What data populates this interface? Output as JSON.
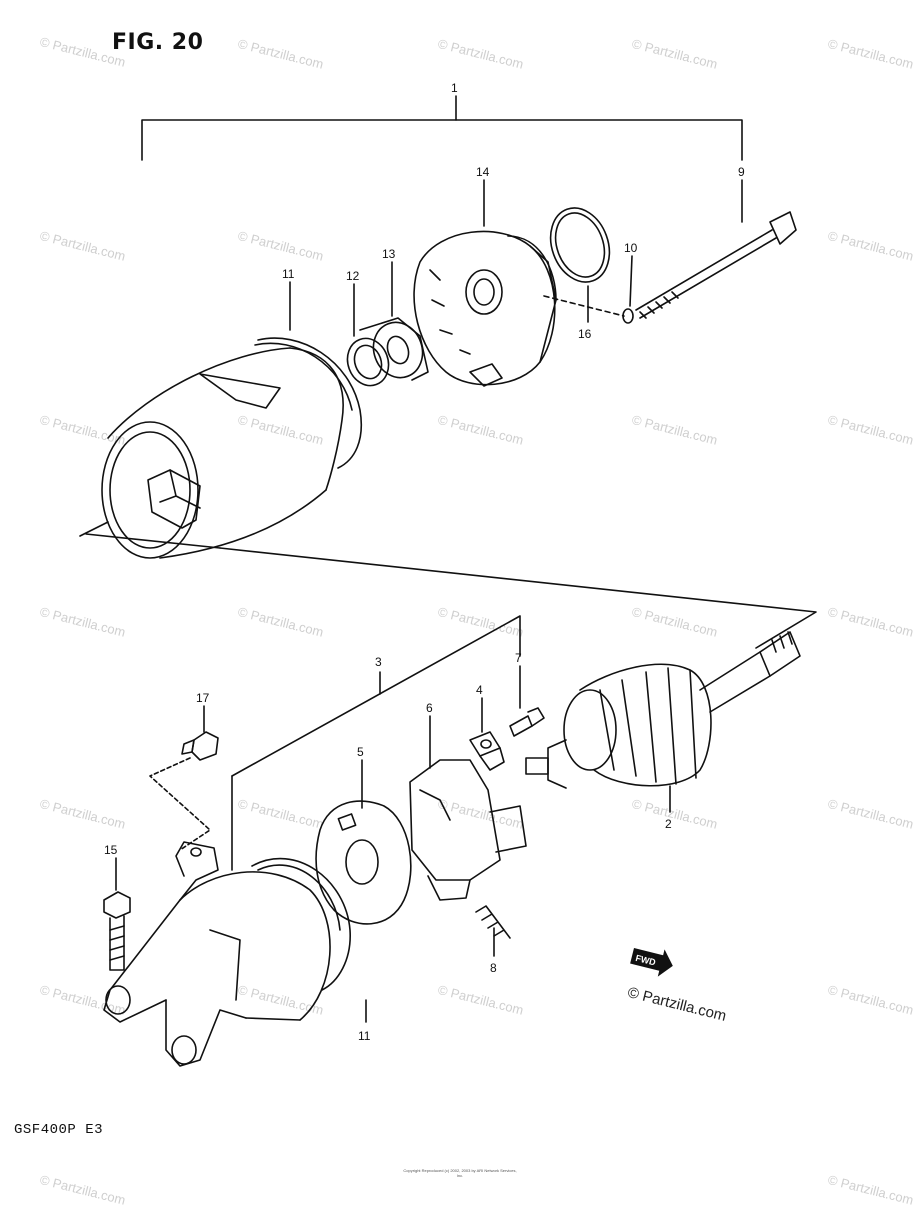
{
  "figure": {
    "title": "FIG. 20",
    "model": "GSF400P  E3",
    "copyright": "Copyright Reproduced (c) 2002, 2003 by ARI Network Services, Inc."
  },
  "brand": {
    "text": "© Partzilla.com",
    "watermark": "© Partzilla.com"
  },
  "fwd_badge": "FWD",
  "callouts": [
    {
      "id": "1",
      "label": "1"
    },
    {
      "id": "9",
      "label": "9"
    },
    {
      "id": "14",
      "label": "14"
    },
    {
      "id": "10",
      "label": "10"
    },
    {
      "id": "16",
      "label": "16"
    },
    {
      "id": "13",
      "label": "13"
    },
    {
      "id": "12",
      "label": "12"
    },
    {
      "id": "11a",
      "label": "11"
    },
    {
      "id": "3",
      "label": "3"
    },
    {
      "id": "7",
      "label": "7"
    },
    {
      "id": "4",
      "label": "4"
    },
    {
      "id": "6",
      "label": "6"
    },
    {
      "id": "5",
      "label": "5"
    },
    {
      "id": "17",
      "label": "17"
    },
    {
      "id": "2",
      "label": "2"
    },
    {
      "id": "15",
      "label": "15"
    },
    {
      "id": "8",
      "label": "8"
    },
    {
      "id": "11b",
      "label": "11"
    }
  ]
}
